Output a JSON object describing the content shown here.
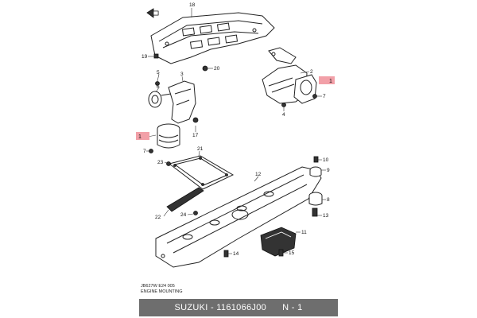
{
  "diagram": {
    "title": "ENGINE MOUNTING",
    "code": "JB627W E24  005",
    "callouts": [
      "18",
      "19",
      "20",
      "5",
      "3",
      "6",
      "17",
      "2",
      "1",
      "7",
      "4",
      "1",
      "7",
      "23",
      "21",
      "10",
      "9",
      "12",
      "8",
      "13",
      "22",
      "24",
      "11",
      "14",
      "15"
    ],
    "highlight_color": "#f2a0a8"
  },
  "footer": {
    "label": "SUZUKI - 1161066J00      N - 1"
  }
}
